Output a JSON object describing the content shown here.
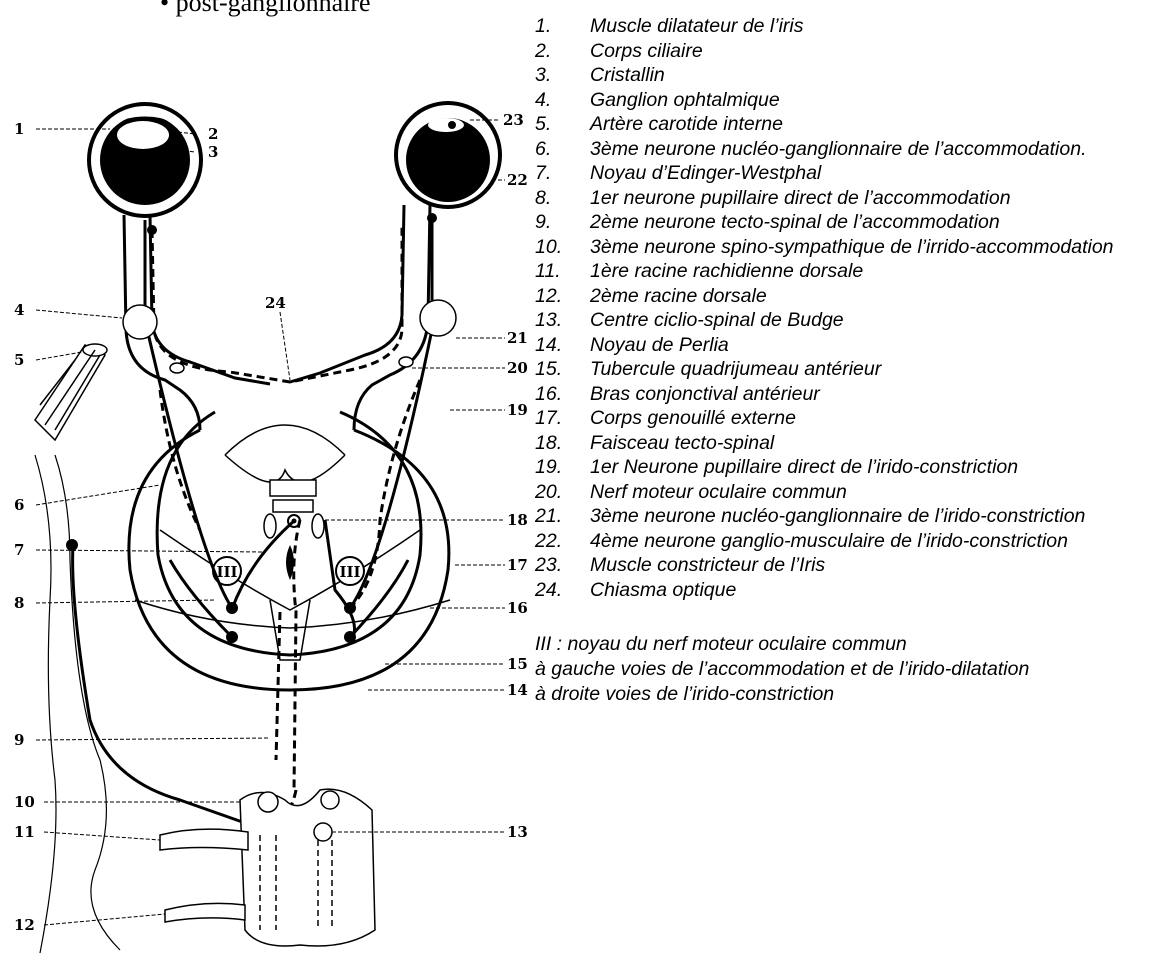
{
  "header": {
    "text": "• post-ganglionnaire"
  },
  "legend": {
    "items": [
      {
        "num": "1.",
        "text": "Muscle dilatateur de l’iris"
      },
      {
        "num": "2.",
        "text": "Corps ciliaire"
      },
      {
        "num": "3.",
        "text": "Cristallin"
      },
      {
        "num": "4.",
        "text": "Ganglion ophtalmique"
      },
      {
        "num": "5.",
        "text": "Artère carotide interne"
      },
      {
        "num": "6.",
        "text": "3ème neurone nucléo-ganglionnaire de l’accommodation."
      },
      {
        "num": "7.",
        "text": "Noyau d’Edinger-Westphal"
      },
      {
        "num": "8.",
        "text": "1er neurone pupillaire direct de l’accommodation"
      },
      {
        "num": "9.",
        "text": "2ème neurone tecto-spinal de l’accommodation"
      },
      {
        "num": "10.",
        "text": "3ème neurone spino-sympathique de l’irrido-accommodation"
      },
      {
        "num": "11.",
        "text": "1ère racine rachidienne dorsale"
      },
      {
        "num": "12.",
        "text": "2ème racine dorsale"
      },
      {
        "num": "13.",
        "text": "Centre ciclio-spinal de Budge"
      },
      {
        "num": "14.",
        "text": "Noyau de Perlia"
      },
      {
        "num": "15.",
        "text": "Tubercule quadrijumeau antérieur"
      },
      {
        "num": "16.",
        "text": "Bras conjonctival antérieur"
      },
      {
        "num": "17.",
        "text": "Corps genouillé externe"
      },
      {
        "num": "18.",
        "text": "Faisceau tecto-spinal"
      },
      {
        "num": "19.",
        "text": "1er Neurone pupillaire direct de l’irido-constriction"
      },
      {
        "num": "20.",
        "text": "Nerf moteur oculaire commun"
      },
      {
        "num": "21.",
        "text": "3ème neurone nucléo-ganglionnaire de l’irido-constriction"
      },
      {
        "num": "22.",
        "text": "4ème neurone ganglio-musculaire de l’irido-constriction"
      },
      {
        "num": "23.",
        "text": "Muscle constricteur de l’Iris"
      },
      {
        "num": "24.",
        "text": "Chiasma optique"
      }
    ],
    "notes": [
      "III : noyau du nerf moteur oculaire commun",
      "à gauche voies de l’accommodation et de l’irido-dilatation",
      "à droite  voies de l’irido-constriction"
    ]
  },
  "diagram": {
    "labels": {
      "l1": "1",
      "l2": "2",
      "l3": "3",
      "l4": "4",
      "l5": "5",
      "l6": "6",
      "l7": "7",
      "l8": "8",
      "l9": "9",
      "l10": "10",
      "l11": "11",
      "l12": "12",
      "l13": "13",
      "l14": "14",
      "l15": "15",
      "l16": "16",
      "l17": "17",
      "l18": "18",
      "l19": "19",
      "l20": "20",
      "l21": "21",
      "l22": "22",
      "l23": "23",
      "l24": "24",
      "roman_left": "III",
      "roman_right": "III"
    }
  }
}
